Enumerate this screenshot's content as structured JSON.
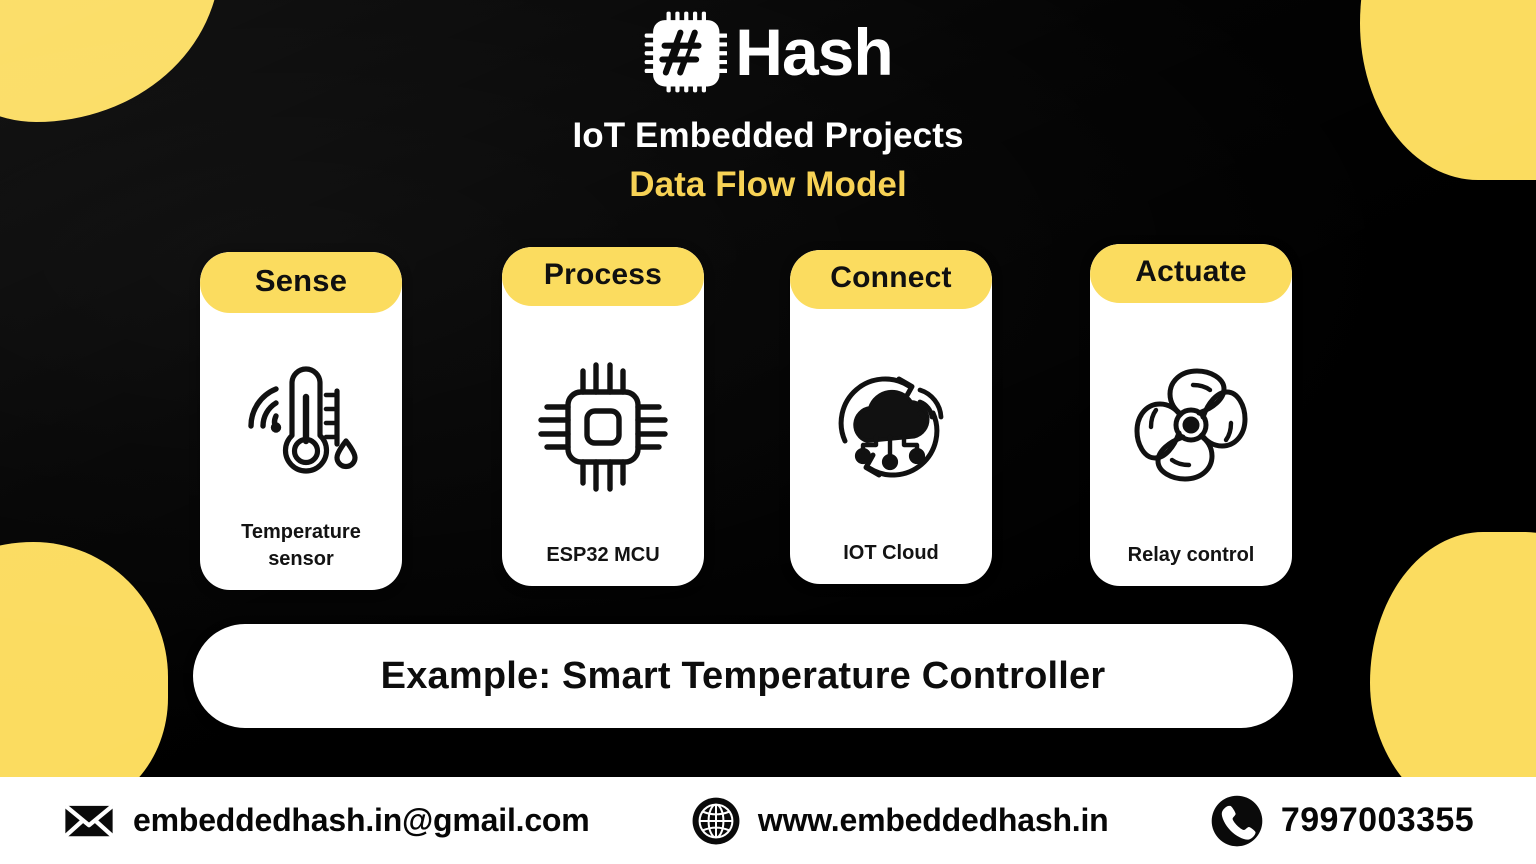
{
  "brand": {
    "logo_icon": "chip-hash-logo-icon",
    "name": "Hash"
  },
  "header": {
    "title": "IoT Embedded Projects",
    "subtitle": "Data Flow Model",
    "title_color": "#FFFFFF",
    "subtitle_color": "#F7D255"
  },
  "theme": {
    "background": "#000000",
    "accent_yellow": "#FBDC5F",
    "card_bg": "#FFFFFF",
    "text_dark": "#101010"
  },
  "flow": {
    "cards": [
      {
        "stage": "Sense",
        "icon": "thermometer-wifi-icon",
        "label": "Temperature\nsensor",
        "label_line1": "Temperature",
        "label_line2": "sensor"
      },
      {
        "stage": "Process",
        "icon": "microchip-icon",
        "label": "ESP32 MCU",
        "label_line1": "ESP32 MCU",
        "label_line2": ""
      },
      {
        "stage": "Connect",
        "icon": "cloud-sync-wifi-icon",
        "label": "IOT Cloud",
        "label_line1": "IOT Cloud",
        "label_line2": ""
      },
      {
        "stage": "Actuate",
        "icon": "fan-blades-icon",
        "label": "Relay control",
        "label_line1": "Relay control",
        "label_line2": ""
      }
    ]
  },
  "example": {
    "text": "Example: Smart Temperature Controller"
  },
  "footer": {
    "contacts": [
      {
        "icon": "envelope-icon",
        "value": "embeddedhash.in@gmail.com",
        "type": "email"
      },
      {
        "icon": "globe-icon",
        "value": "www.embeddedhash.in",
        "type": "website"
      },
      {
        "icon": "phone-icon",
        "value": "7997003355",
        "type": "phone"
      }
    ]
  }
}
